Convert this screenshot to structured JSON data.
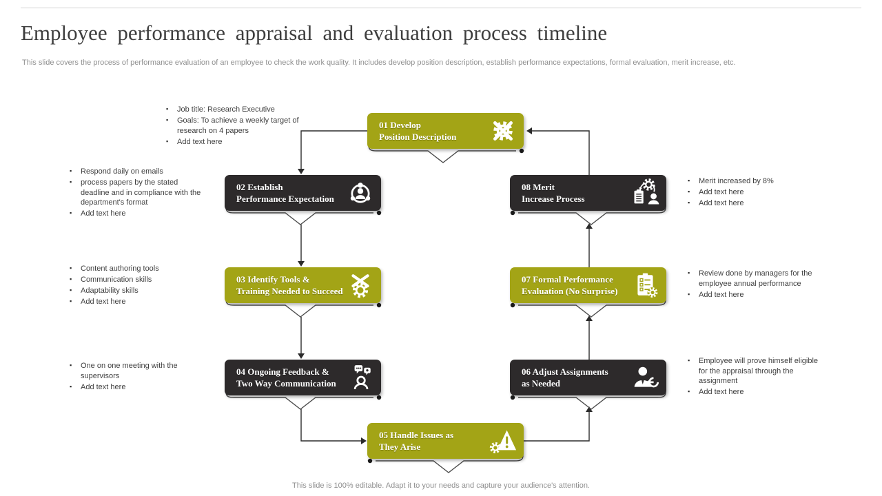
{
  "slide": {
    "title": "Employee performance appraisal and evaluation process timeline",
    "subtitle": "This slide covers the process of performance evaluation of an employee to check the work quality. It includes develop position description, establish performance expectations, formal evaluation, merit increase, etc.",
    "footer": "This slide is 100% editable. Adapt it to your needs and capture your audience's attention."
  },
  "colors": {
    "olive": "#a3a416",
    "dark": "#2d2a2b",
    "connector": "#2b2b2b",
    "body_text": "#3f3f3f",
    "muted_text": "#8f8f8f"
  },
  "steps": [
    {
      "num": "01",
      "line1": "01 Develop",
      "line2": "Position Description",
      "style": "olive",
      "icon": "gear-pencil-icon",
      "notes": [
        "Job title: Research Executive",
        "Goals: To achieve a weekly target of  research on 4 papers",
        "Add text here"
      ]
    },
    {
      "num": "02",
      "line1": "02 Establish",
      "line2": "Performance Expectation",
      "style": "dark",
      "icon": "person-money-cycle-icon",
      "notes": [
        "Respond daily on emails",
        "process papers by the stated deadline and in compliance with the department's format",
        "Add text here"
      ]
    },
    {
      "num": "03",
      "line1": "03 Identify Tools &",
      "line2": "Training Needed to Succeed",
      "style": "olive",
      "icon": "tools-gear-icon",
      "notes": [
        "Content authoring tools",
        "Communication skills",
        "Adaptability skills",
        "Add text here"
      ]
    },
    {
      "num": "04",
      "line1": "04 Ongoing Feedback &",
      "line2": "Two Way Communication",
      "style": "dark",
      "icon": "person-chat-icon",
      "notes": [
        "One on one meeting with the supervisors",
        "Add text here"
      ]
    },
    {
      "num": "05",
      "line1": "05 Handle Issues as",
      "line2": "They Arise",
      "style": "olive",
      "icon": "warning-gear-icon",
      "notes": []
    },
    {
      "num": "06",
      "line1": "06 Adjust Assignments",
      "line2": "as Needed",
      "style": "dark",
      "icon": "businessman-arrow-icon",
      "notes": [
        "Employee will  prove himself eligible for the appraisal through the assignment",
        "Add text here"
      ]
    },
    {
      "num": "07",
      "line1": "07 Formal Performance",
      "line2": "Evaluation (No Surprise)",
      "style": "olive",
      "icon": "checklist-gear-icon",
      "notes": [
        "Review done by managers for the employee  annual performance",
        "Add text here"
      ]
    },
    {
      "num": "08",
      "line1": "08 Merit",
      "line2": "Increase Process",
      "style": "dark",
      "icon": "gear-clipboard-person-icon",
      "notes": [
        "Merit increased by 8%",
        "Add text here",
        "Add text here"
      ]
    }
  ]
}
